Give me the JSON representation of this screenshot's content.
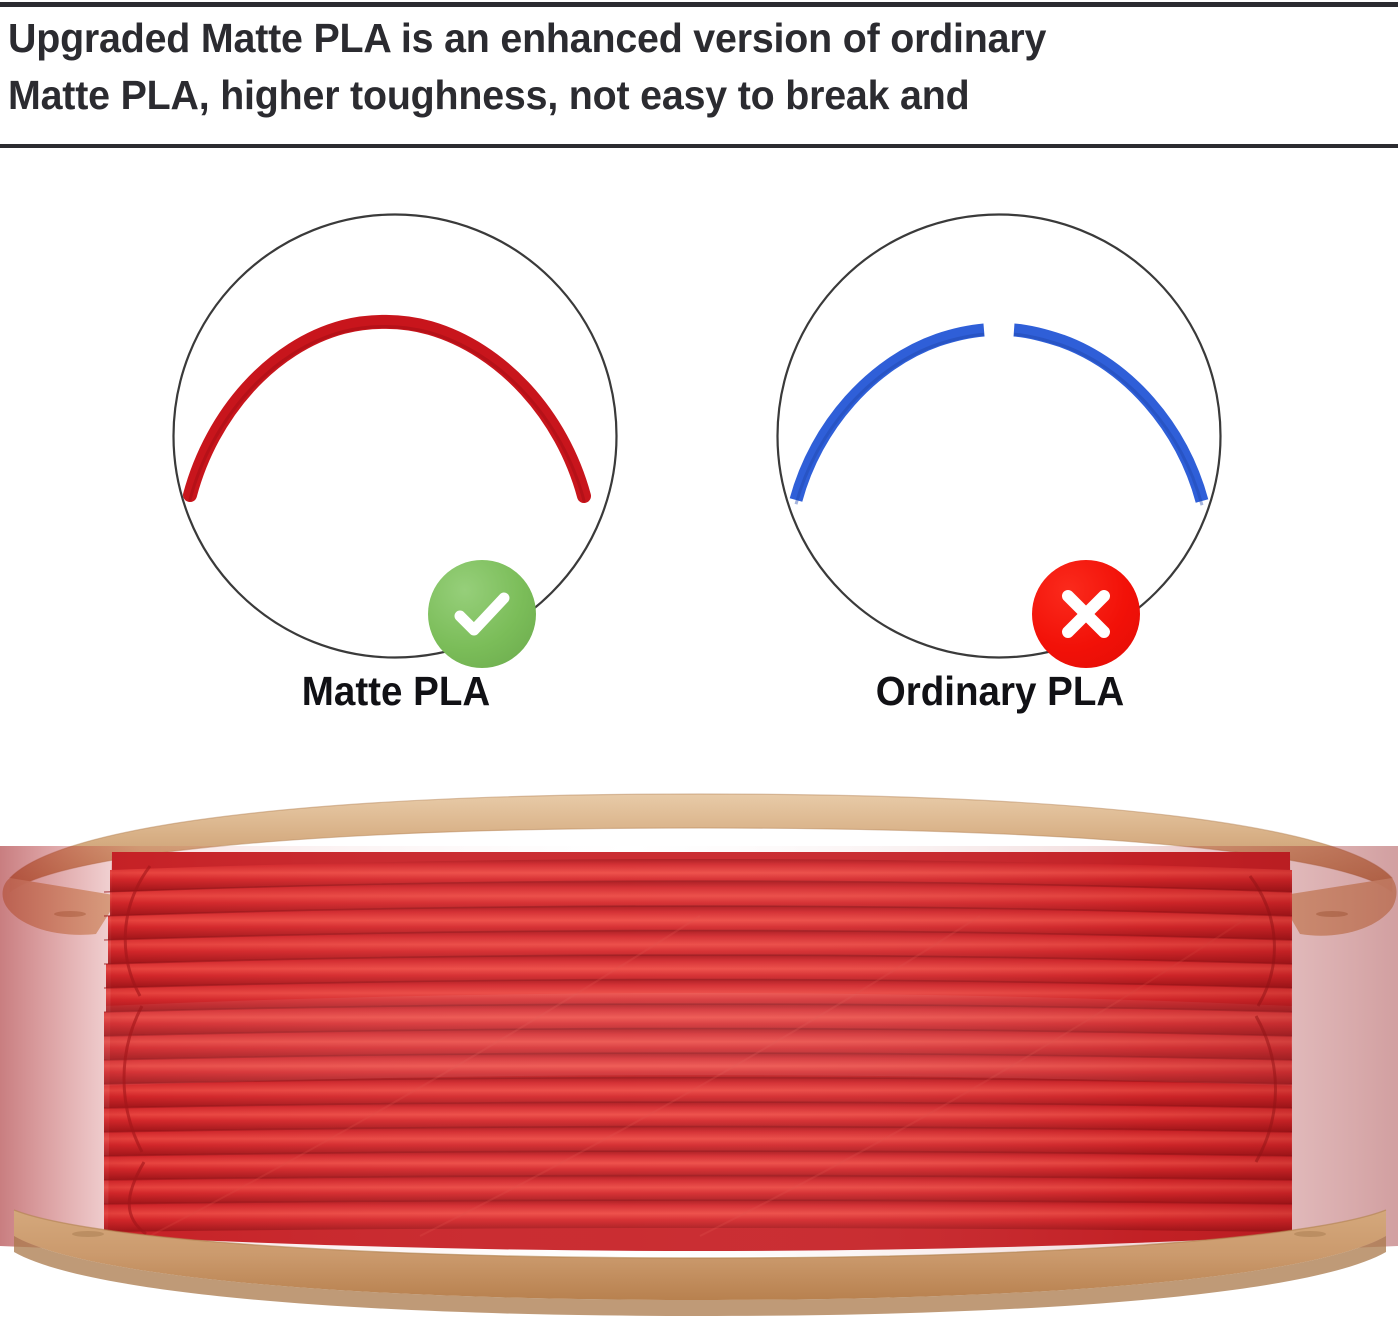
{
  "headline": {
    "text": "Upgraded Matte PLA is an enhanced version of ordinary\nMatte PLA, higher toughness, not easy to break and"
  },
  "colors": {
    "text": "#2b2b30",
    "rule": "#2b2b30",
    "bubble_outline": "#3a3a3a",
    "matte_filament": "#c8151c",
    "ordinary_filament": "#2f5fd8",
    "badge_ok": "#7bbd59",
    "badge_no": "#f21108",
    "spool_flange": "#c99a6e",
    "spool_flange_light": "#e3c3a1",
    "filament_red": "#d8262a"
  },
  "comparison": {
    "panels": [
      {
        "id": "matte",
        "caption": "Matte PLA",
        "filament_state": "intact-arc",
        "badge": "check-icon",
        "badge_meaning": "good"
      },
      {
        "id": "ordinary",
        "caption": "Ordinary PLA",
        "filament_state": "broken-arc",
        "badge": "cross-icon",
        "badge_meaning": "bad"
      }
    ]
  },
  "photo": {
    "subject": "red matte PLA filament spool close-up",
    "spool_flange_material": "cardboard"
  }
}
